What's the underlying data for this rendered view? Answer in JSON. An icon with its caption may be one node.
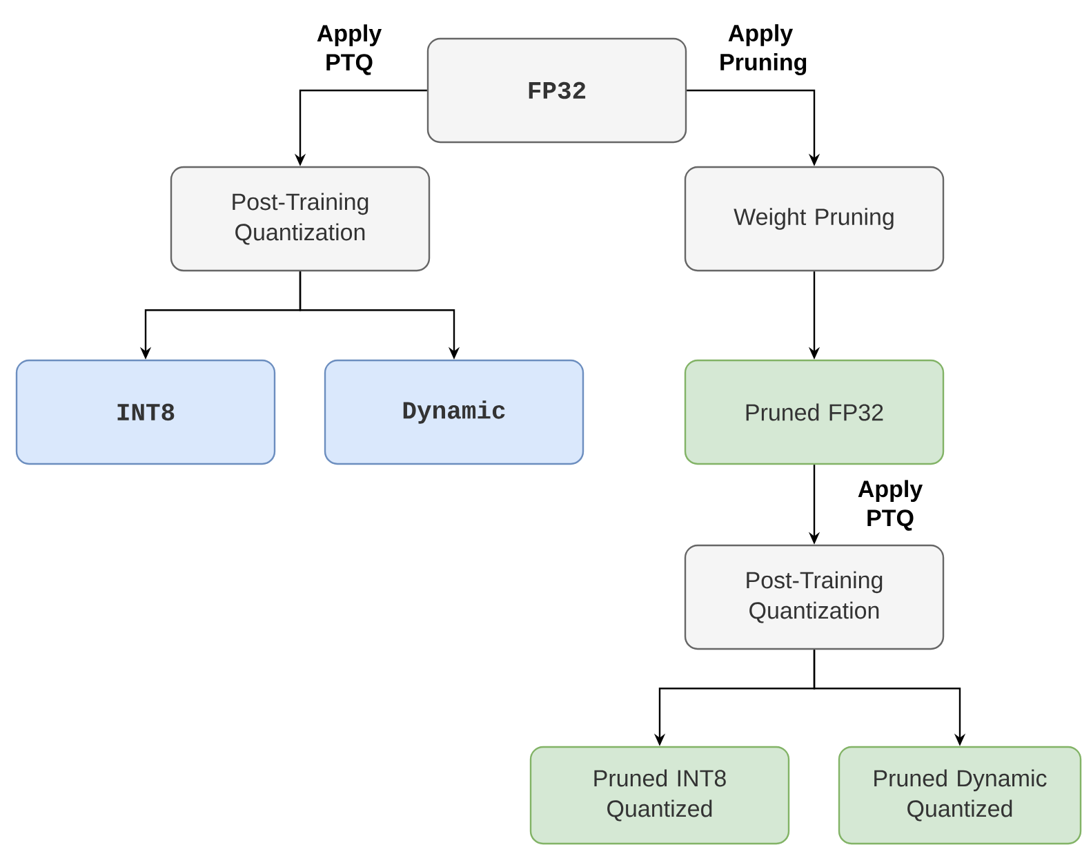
{
  "diagram": {
    "nodes": [
      {
        "text": [
          "FP32"
        ]
      },
      {
        "text": [
          "Post-Training Quantization"
        ]
      },
      {
        "text": [
          "Weight Pruning"
        ]
      },
      {
        "text": [
          "INT8"
        ]
      },
      {
        "text": [
          "Dynamic"
        ]
      },
      {
        "text": [
          "Pruned FP32"
        ]
      },
      {
        "text": [
          "Post-Training Quantization"
        ]
      },
      {
        "text": [
          "Pruned INT8 Quantized"
        ]
      },
      {
        "text": [
          "Pruned Dynamic Quantized"
        ]
      }
    ],
    "edges": [
      {
        "from": 0,
        "to": 1,
        "arrow": "to",
        "label": "Apply PTQ"
      },
      {
        "from": 0,
        "to": 2,
        "arrow": "to",
        "label": "Apply Pruning"
      },
      {
        "from": 1,
        "to": 3,
        "arrow": "to"
      },
      {
        "from": 1,
        "to": 4,
        "arrow": "to"
      },
      {
        "from": 2,
        "to": 5,
        "arrow": "to"
      },
      {
        "from": 5,
        "to": 6,
        "arrow": "to",
        "label": "Apply PTQ"
      },
      {
        "from": 6,
        "to": 7,
        "arrow": "to"
      },
      {
        "from": 6,
        "to": 8,
        "arrow": "to"
      }
    ]
  }
}
